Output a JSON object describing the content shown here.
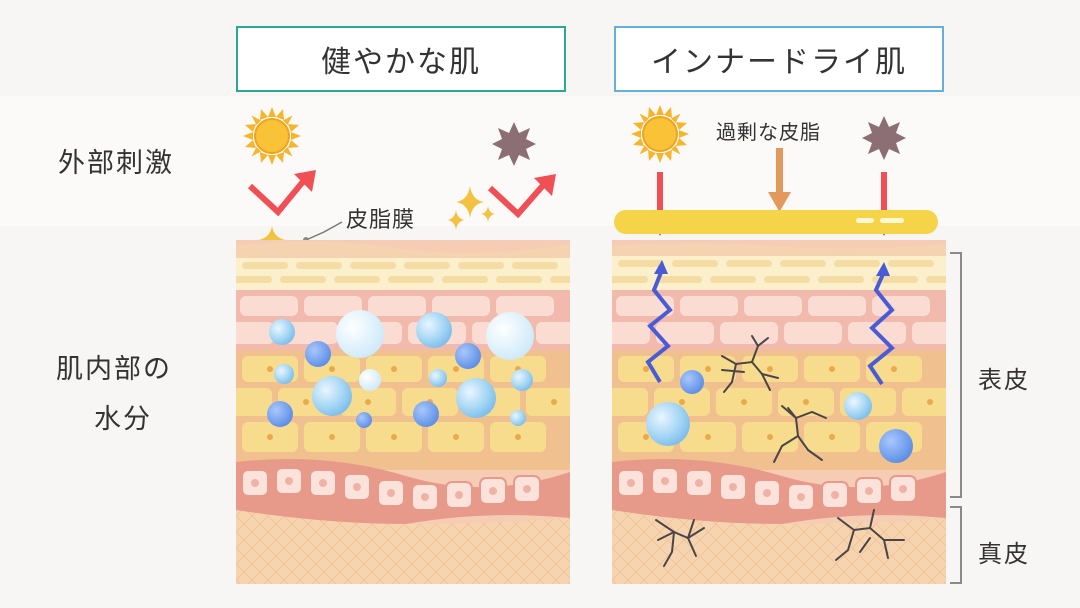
{
  "panels": {
    "healthy": {
      "title": "健やかな肌",
      "border_color": "#2aa893"
    },
    "inner_dry": {
      "title": "インナードライ肌",
      "border_color": "#62b2d8"
    }
  },
  "row_labels": {
    "external": "外部刺激",
    "internal_line1": "肌内部の",
    "internal_line2": "水分"
  },
  "annotations": {
    "sebum_film": "皮脂膜",
    "excess_sebum": "過剰な皮脂"
  },
  "brackets": {
    "epidermis": "表皮",
    "dermis": "真皮"
  },
  "colors": {
    "arrow_red": "#ef4f55",
    "arrow_orange": "#e3995b",
    "sun": "#f7b52c",
    "irritant": "#8c6f74",
    "sparkle": "#f2c240",
    "wave_blue": "#4a5bd8",
    "sebum_yellow": "#f6d449",
    "crack": "#4a4546"
  }
}
